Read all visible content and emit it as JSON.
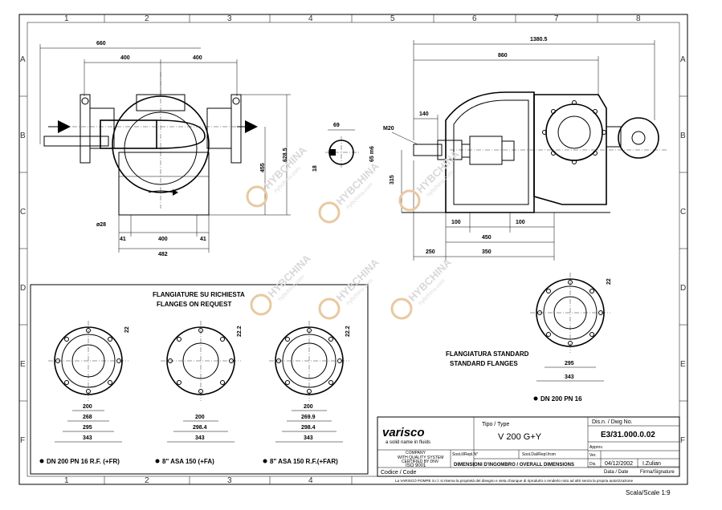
{
  "grid": {
    "columns": [
      "1",
      "2",
      "3",
      "4",
      "5",
      "6",
      "7",
      "8"
    ],
    "rows": [
      "A",
      "B",
      "C",
      "D",
      "E",
      "F"
    ]
  },
  "dims": {
    "d660": "660",
    "d400a": "400",
    "d400b": "400",
    "d1380": "1380.5",
    "d860": "860",
    "d140": "140",
    "dM20": "M20",
    "d69": "69",
    "d18": "18",
    "d65m6": "65 m6",
    "d628": "628.5",
    "d455": "455",
    "d315": "315",
    "d28": "ø28",
    "d41a": "41",
    "d400c": "400",
    "d41b": "41",
    "d482": "482",
    "d100a": "100",
    "d450": "450",
    "d100b": "100",
    "d250": "250",
    "d350": "350",
    "d22": "22",
    "d295std": "295",
    "d343std": "343"
  },
  "optional_flanges": {
    "title1": "FLANGIATURE SU RICHIESTA",
    "title2": "FLANGES ON REQUEST",
    "items": [
      {
        "label": "DN 200 PN 16 R.F. (+FR)",
        "top": "22",
        "d1": "200",
        "d2": "268",
        "d3": "295",
        "d4": "343"
      },
      {
        "label": "8\" ASA 150 (+FA)",
        "top": "22.2",
        "d1": "200",
        "d2": "298.4",
        "d3": "343"
      },
      {
        "label": "8\" ASA 150 R.F.(+FAR)",
        "top": "22.2",
        "d1": "200",
        "d2": "269.9",
        "d3": "298.4",
        "d4": "343"
      }
    ]
  },
  "standard": {
    "title1": "FLANGIATURA STANDARD",
    "title2": "STANDARD FLANGES",
    "label": "DN 200 PN 16"
  },
  "title_block": {
    "logo": "varisco",
    "tagline": "a solid name in fluids",
    "company1": "COMPANY",
    "company2": "WITH QUALITY SYSTEM",
    "company3": "CERTIFIED BY DNV",
    "iso": "ISO 9001",
    "tipo_label": "Tipo / Type",
    "tipo_value": "V 200 G+Y",
    "dis_label": "Dis.n. / Dwg No.",
    "dis_value": "E3/31.000.0.02",
    "approv": "Approv.",
    "sost_il": "Sost.il/Repl.N°",
    "sost_dal": "Sost.Dal/Repl.from",
    "ver": "Ver.",
    "dis": "Dis.",
    "date_value": "04/12/2002",
    "sign_value": "I.Zulian",
    "date_label": "Data / Date",
    "sign_label": "Firma/Signature",
    "codice": "Codice / Code",
    "description": "DIMENSIONI D'INGOMBRO / OVERALL DIMENSIONS",
    "disclaimer": "La VARISCO POMPE S.r.l. si riserva la proprietà del disegno e vieta chiunque di riprodurlo o renderlo noto ad altri senza la propria autorizzazione"
  },
  "scale": "Scala/Scale 1:9",
  "watermark": {
    "brand": "HYBCHINA",
    "url": "hybchina.com"
  }
}
